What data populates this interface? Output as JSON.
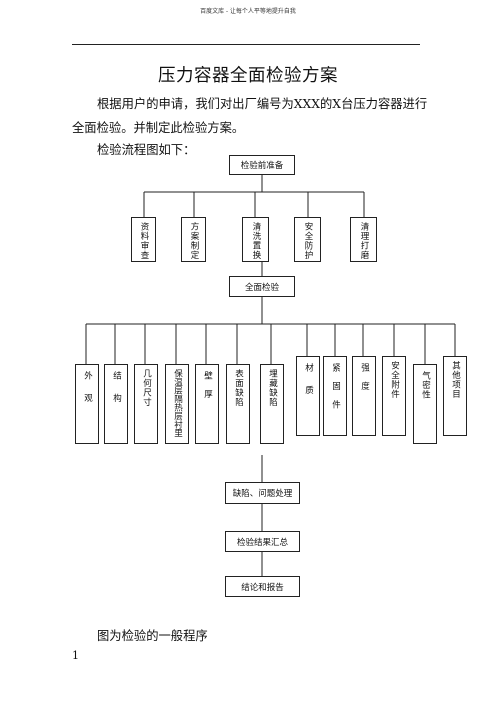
{
  "header": {
    "text": "百度文库 - 让每个人平等地提升自我"
  },
  "document": {
    "title": "压力容器全面检验方案",
    "paragraph": "根据用户的申请，我们对出厂编号为XXX的X台压力容器进行全面检验。并制定此检验方案。",
    "flow_intro": "检验流程图如下：",
    "caption": "图为检验的一般程序",
    "page_number": "1"
  },
  "flowchart": {
    "top": "检验前准备",
    "prep_steps": [
      "资料审查",
      "方案制定",
      "清洗置换",
      "安全防护",
      "清理打磨"
    ],
    "middle": "全面检验",
    "inspection_items": [
      "外观",
      "结构",
      "几何尺寸",
      "保温层隔热层衬里",
      "壁厚",
      "表面缺陷",
      "埋藏缺陷",
      "材质",
      "紧固件",
      "强度",
      "安全附件",
      "气密性",
      "其他项目"
    ],
    "steps_after": [
      "缺陷、问题处理",
      "检验结果汇总",
      "结论和报告"
    ]
  }
}
